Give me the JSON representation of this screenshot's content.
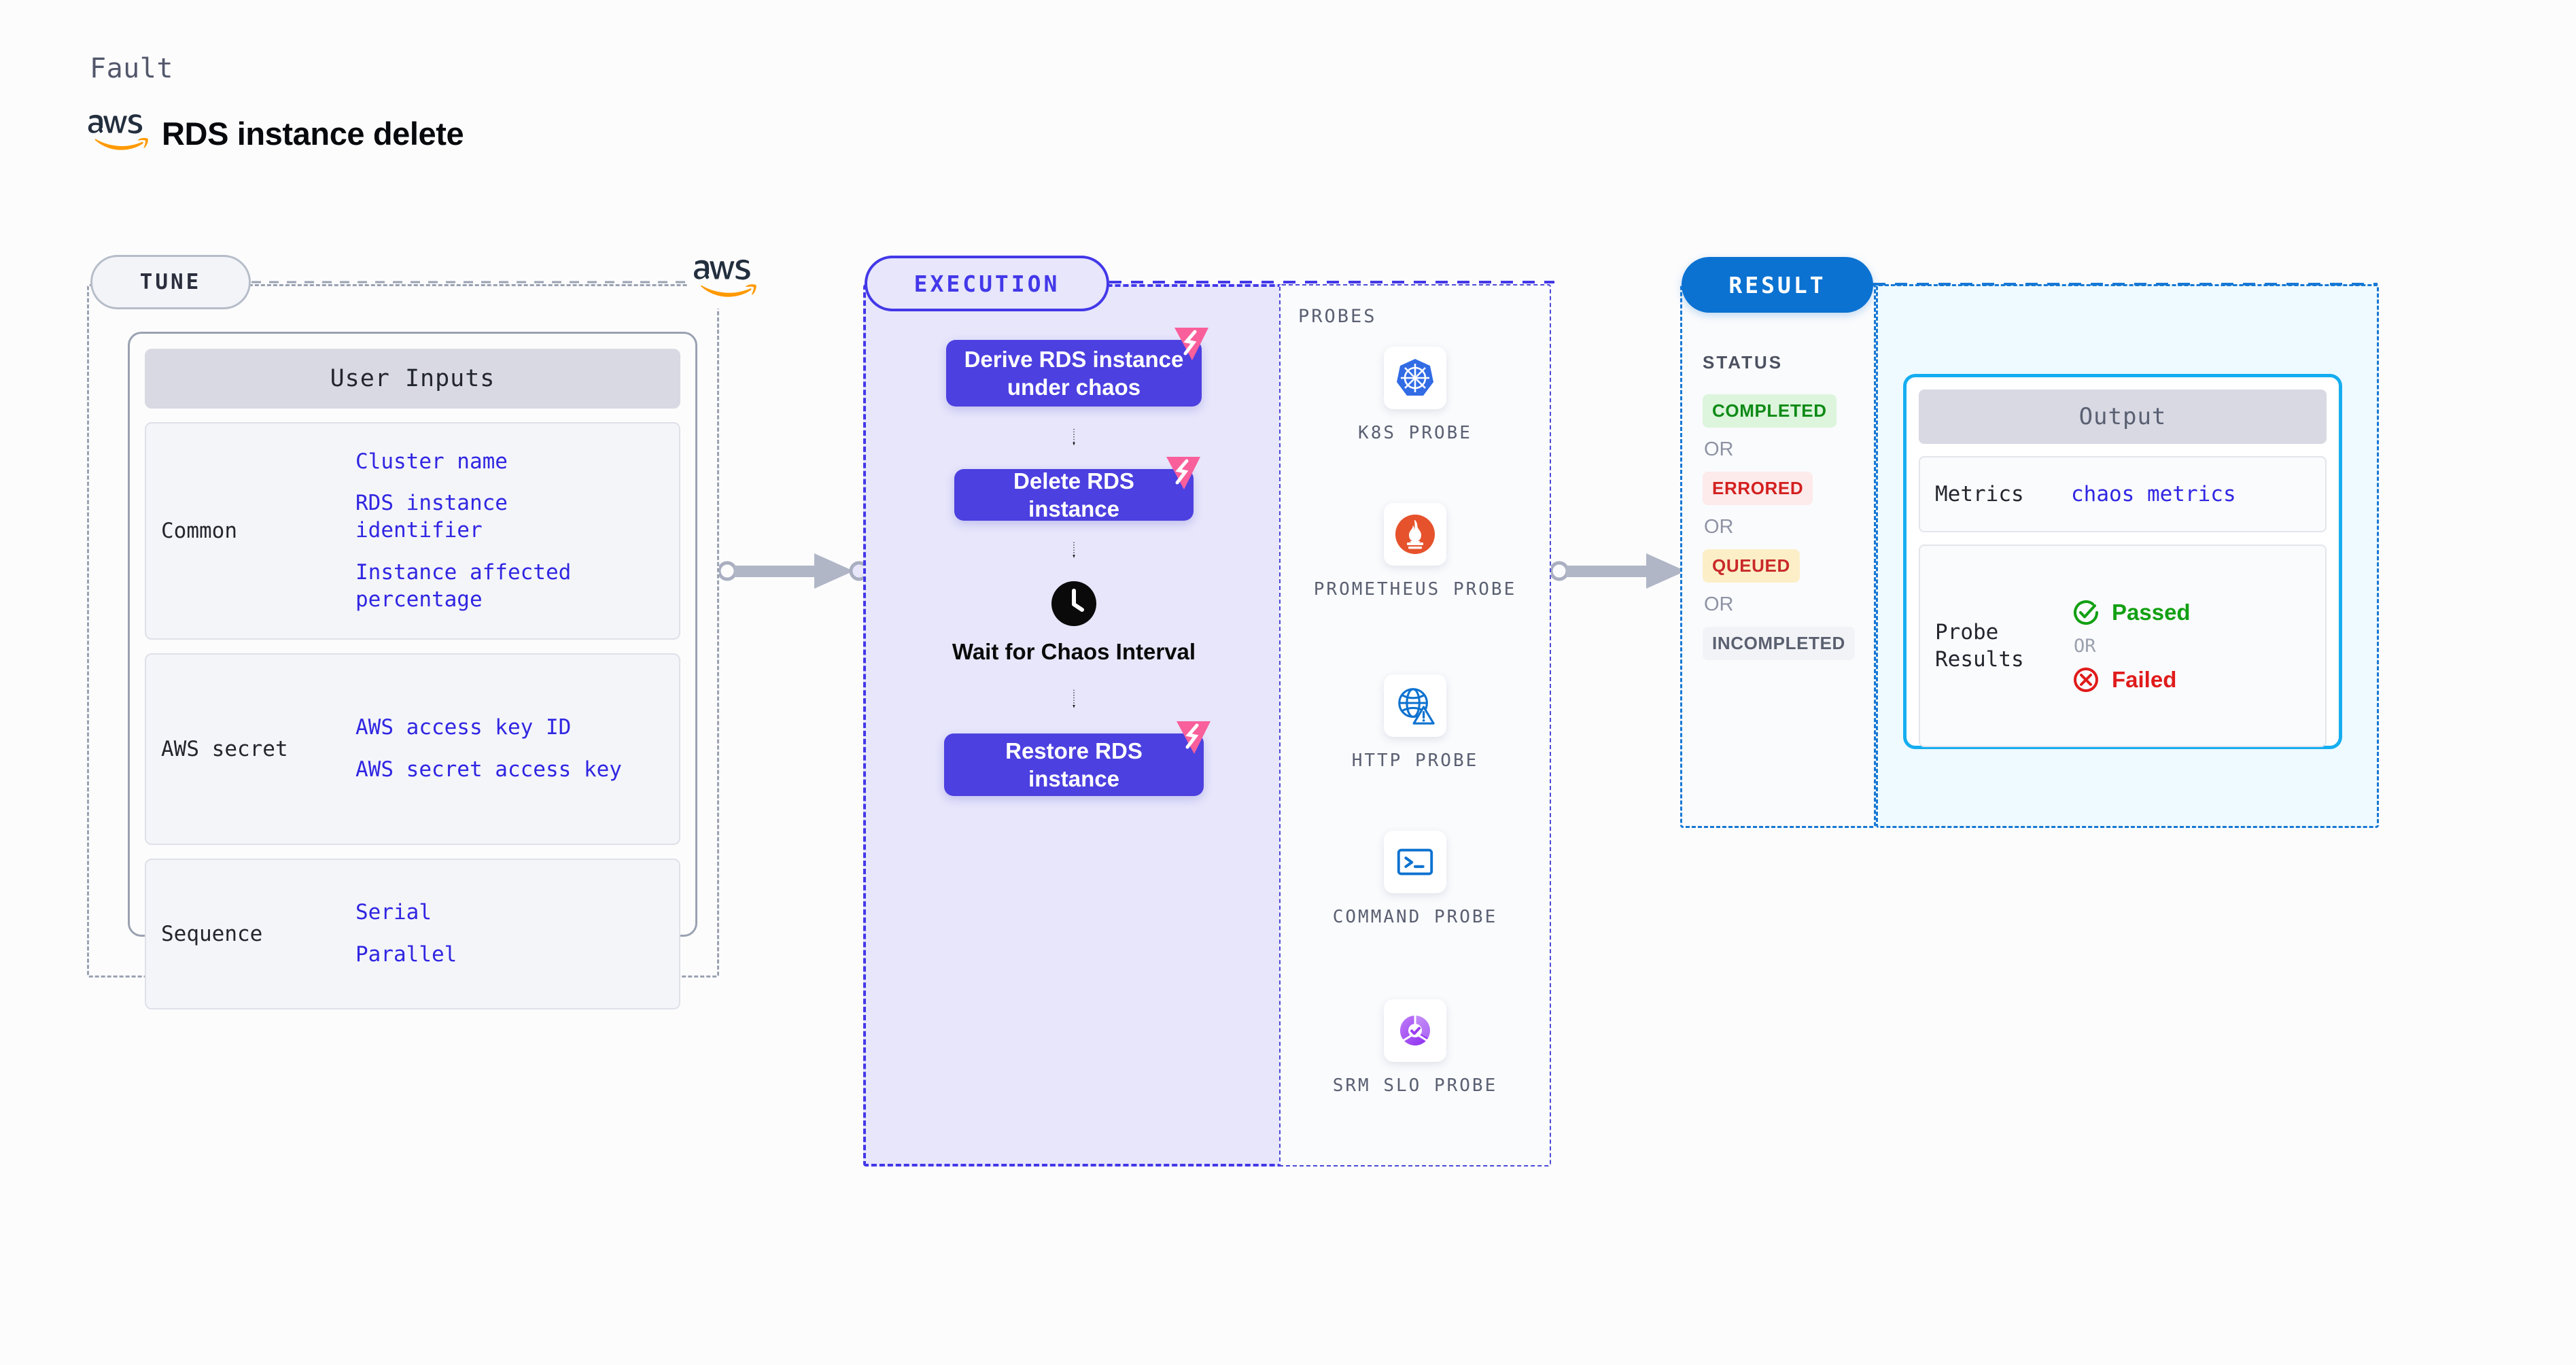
{
  "header": {
    "eyebrow": "Fault",
    "title": "RDS instance delete",
    "logo_icon": "aws-logo-icon"
  },
  "tune": {
    "pill_label": "TUNE",
    "aws_badge_icon": "aws-logo-icon",
    "card_title": "User Inputs",
    "groups": [
      {
        "label": "Common",
        "values": [
          "Cluster name",
          "RDS instance identifier",
          "Instance affected percentage"
        ]
      },
      {
        "label": "AWS secret",
        "values": [
          "AWS access key ID",
          "AWS secret access key"
        ]
      },
      {
        "label": "Sequence",
        "values": [
          "Serial",
          "Parallel"
        ]
      }
    ]
  },
  "execution": {
    "pill_label": "EXECUTION",
    "steps": [
      {
        "label": "Derive RDS instance under chaos",
        "badge_icon": "chaos-fault-icon"
      },
      {
        "label": "Delete RDS instance",
        "badge_icon": "chaos-fault-icon"
      }
    ],
    "wait": {
      "icon": "clock-icon",
      "label": "Wait for Chaos Interval"
    },
    "final_step": {
      "label": "Restore RDS instance",
      "badge_icon": "chaos-fault-icon"
    }
  },
  "probes": {
    "section_label": "PROBES",
    "items": [
      {
        "name": "K8S PROBE",
        "icon": "kubernetes-icon"
      },
      {
        "name": "PROMETHEUS PROBE",
        "icon": "prometheus-icon"
      },
      {
        "name": "HTTP PROBE",
        "icon": "http-globe-alert-icon"
      },
      {
        "name": "COMMAND PROBE",
        "icon": "terminal-prompt-icon"
      },
      {
        "name": "SRM SLO PROBE",
        "icon": "srm-slo-donut-icon"
      }
    ]
  },
  "result": {
    "pill_label": "RESULT",
    "status_label": "STATUS",
    "or_label": "OR",
    "statuses": [
      {
        "label": "COMPLETED",
        "bg": "#dcf5dc",
        "fg": "#0f8a16"
      },
      {
        "label": "ERRORED",
        "bg": "#fdeaea",
        "fg": "#d32020"
      },
      {
        "label": "QUEUED",
        "bg": "#fcefc7",
        "fg": "#c92a2a"
      },
      {
        "label": "INCOMPLETED",
        "bg": "#f2f3f7",
        "fg": "#5b6070"
      }
    ],
    "output": {
      "title": "Output",
      "metrics_label": "Metrics",
      "metrics_value": "chaos metrics",
      "probe_results_label": "Probe Results",
      "passed_label": "Passed",
      "passed_icon": "check-circle-icon",
      "passed_color": "#12a012",
      "failed_label": "Failed",
      "failed_icon": "x-circle-icon",
      "failed_color": "#e01b1b",
      "or_label": "OR"
    }
  },
  "colors": {
    "accent_purple": "#4338e8",
    "step_purple": "#4c40e0",
    "result_blue": "#0b72d1",
    "output_cyan": "#16adf0",
    "link_blue": "#3026e2",
    "aws_orange": "#ff9900"
  }
}
